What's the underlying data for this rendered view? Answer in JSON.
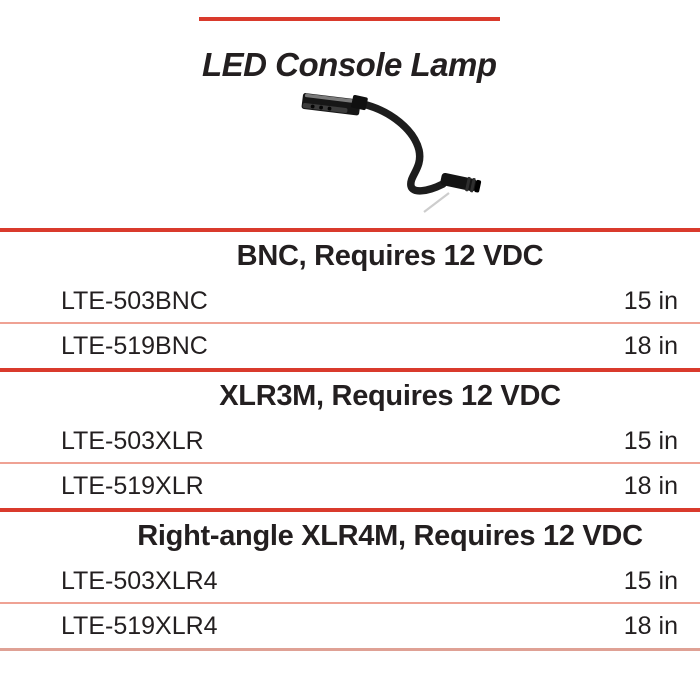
{
  "page": {
    "title": "LED Console Lamp",
    "colors": {
      "accent": "#d93a2c",
      "separator": "#efa294",
      "footerline": "#dfa195",
      "text": "#231f20"
    }
  },
  "product_image": {
    "name": "led-console-lamp-gooseneck-photo"
  },
  "sections": [
    {
      "header": "BNC, Requires 12 VDC",
      "rows": [
        {
          "model": "LTE-503BNC",
          "length": "15 in"
        },
        {
          "model": "LTE-519BNC",
          "length": "18 in"
        }
      ]
    },
    {
      "header": "XLR3M, Requires 12 VDC",
      "rows": [
        {
          "model": "LTE-503XLR",
          "length": "15 in"
        },
        {
          "model": "LTE-519XLR",
          "length": "18 in"
        }
      ]
    },
    {
      "header": "Right-angle XLR4M, Requires 12 VDC",
      "rows": [
        {
          "model": "LTE-503XLR4",
          "length": "15 in"
        },
        {
          "model": "LTE-519XLR4",
          "length": "18 in"
        }
      ]
    }
  ]
}
